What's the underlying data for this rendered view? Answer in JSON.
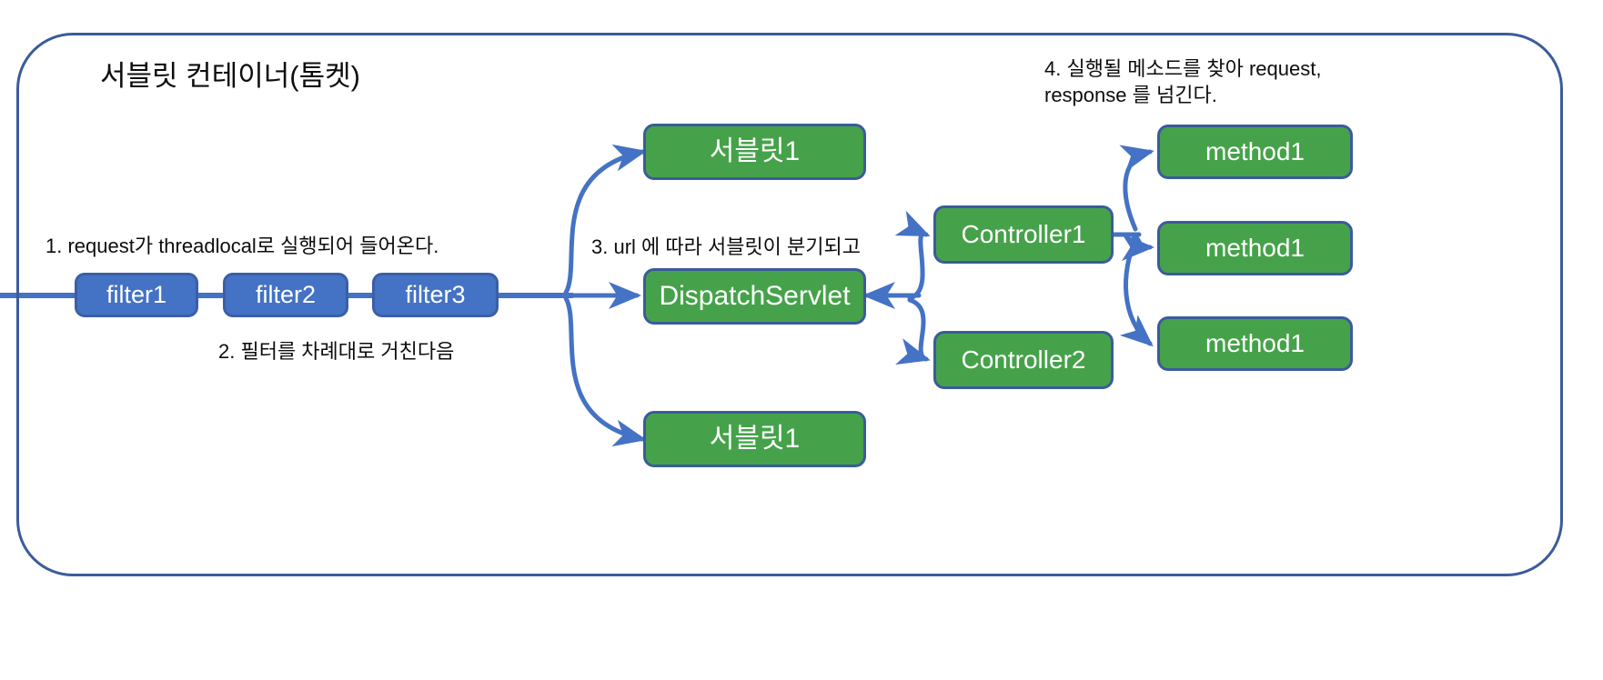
{
  "diagram": {
    "title": "서블릿 컨테이너(톰켓)",
    "colors": {
      "frame_border": "#3b5b9b",
      "filter_fill": "#4472c4",
      "node_fill": "#46a24a",
      "node_border": "#3b5b9b",
      "wire": "#4472c4",
      "text": "#0d0d0d",
      "node_text": "#ffffff"
    },
    "annotations": [
      {
        "id": "step1",
        "text": "1. request가 threadlocal로 실행되어 들어온다."
      },
      {
        "id": "step2",
        "text": "2. 필터를 차례대로 거친다음"
      },
      {
        "id": "step3",
        "text": "3. url 에 따라 서블릿이 분기되고"
      },
      {
        "id": "step4",
        "line1": "4. 실행될 메소드를 찾아 request,",
        "line2": "response 를 넘긴다."
      }
    ],
    "filters": [
      {
        "id": "filter1",
        "label": "filter1"
      },
      {
        "id": "filter2",
        "label": "filter2"
      },
      {
        "id": "filter3",
        "label": "filter3"
      }
    ],
    "servlets": [
      {
        "id": "servlet-top",
        "label": "서블릿1"
      },
      {
        "id": "dispatch-servlet",
        "label": "DispatchServlet"
      },
      {
        "id": "servlet-bottom",
        "label": "서블릿1"
      }
    ],
    "controllers": [
      {
        "id": "controller1",
        "label": "Controller1"
      },
      {
        "id": "controller2",
        "label": "Controller2"
      }
    ],
    "methods": [
      {
        "id": "method-1",
        "label": "method1"
      },
      {
        "id": "method-2",
        "label": "method1"
      },
      {
        "id": "method-3",
        "label": "method1"
      }
    ]
  }
}
